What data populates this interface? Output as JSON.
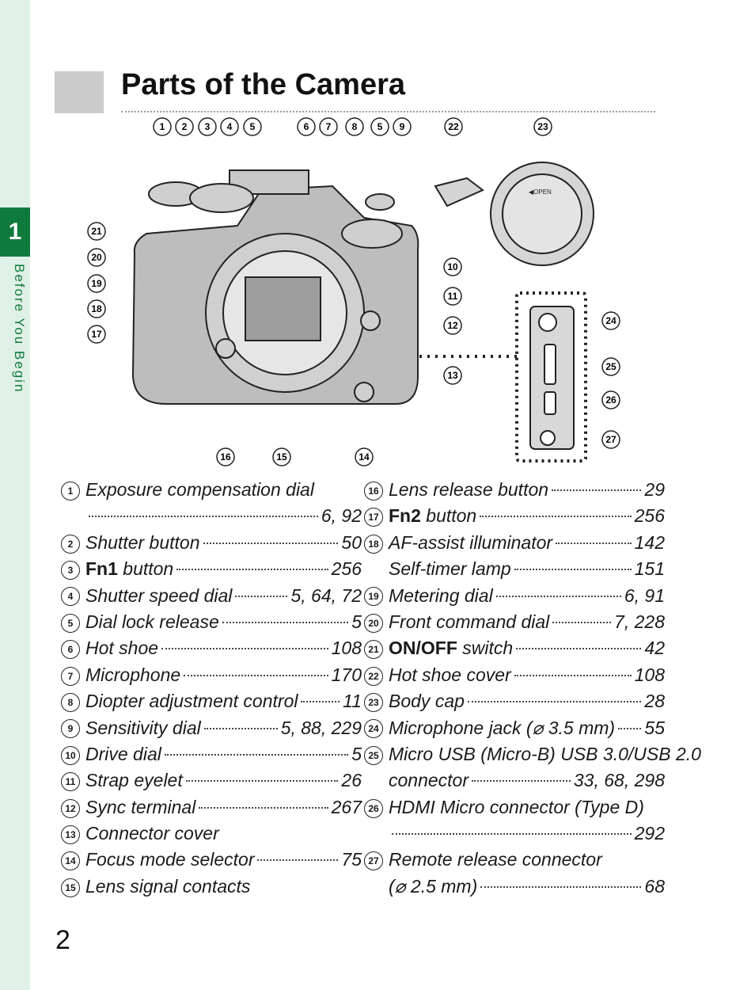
{
  "chapter": {
    "number": "1",
    "title": "Before You Begin"
  },
  "title": "Parts of the Camera",
  "page_number": "2",
  "diagram": {
    "body_cap_text": "◀OPEN",
    "callouts": [
      "1",
      "2",
      "3",
      "4",
      "5",
      "6",
      "7",
      "8",
      "5",
      "9",
      "22",
      "23",
      "21",
      "20",
      "19",
      "18",
      "17",
      "10",
      "11",
      "12",
      "13",
      "24",
      "25",
      "26",
      "27",
      "16",
      "15",
      "14"
    ]
  },
  "parts_left": [
    {
      "num": "1",
      "bold": "",
      "label": "Exposure compensation dial",
      "pages": "",
      "cont": "6, 92"
    },
    {
      "num": "2",
      "bold": "",
      "label": "Shutter button",
      "pages": "50"
    },
    {
      "num": "3",
      "bold": "Fn1",
      "label": " button",
      "pages": "256"
    },
    {
      "num": "4",
      "bold": "",
      "label": "Shutter speed dial",
      "pages": "5, 64, 72"
    },
    {
      "num": "5",
      "bold": "",
      "label": "Dial lock release",
      "pages": "5"
    },
    {
      "num": "6",
      "bold": "",
      "label": "Hot shoe",
      "pages": "108"
    },
    {
      "num": "7",
      "bold": "",
      "label": "Microphone",
      "pages": "170"
    },
    {
      "num": "8",
      "bold": "",
      "label": "Diopter adjustment control",
      "pages": "11"
    },
    {
      "num": "9",
      "bold": "",
      "label": "Sensitivity dial",
      "pages": "5, 88, 229"
    },
    {
      "num": "10",
      "bold": "",
      "label": "Drive dial",
      "pages": "5"
    },
    {
      "num": "11",
      "bold": "",
      "label": "Strap eyelet",
      "pages": "26"
    },
    {
      "num": "12",
      "bold": "",
      "label": "Sync terminal",
      "pages": "267"
    },
    {
      "num": "13",
      "bold": "",
      "label": "Connector cover",
      "pages": ""
    },
    {
      "num": "14",
      "bold": "",
      "label": "Focus mode selector",
      "pages": "75"
    },
    {
      "num": "15",
      "bold": "",
      "label": "Lens signal contacts",
      "pages": ""
    }
  ],
  "parts_right": [
    {
      "num": "16",
      "bold": "",
      "label": "Lens release button",
      "pages": "29"
    },
    {
      "num": "17",
      "bold": "Fn2",
      "label": " button",
      "pages": "256"
    },
    {
      "num": "18",
      "bold": "",
      "label": "AF-assist illuminator",
      "pages": "142",
      "cont_label": "Self-timer lamp",
      "cont": "151"
    },
    {
      "num": "19",
      "bold": "",
      "label": "Metering dial",
      "pages": "6, 91"
    },
    {
      "num": "20",
      "bold": "",
      "label": "Front command dial",
      "pages": "7, 228"
    },
    {
      "num": "21",
      "bold": "ON/OFF",
      "label": " switch",
      "pages": "42"
    },
    {
      "num": "22",
      "bold": "",
      "label": "Hot shoe cover",
      "pages": "108"
    },
    {
      "num": "23",
      "bold": "",
      "label": "Body cap",
      "pages": "28"
    },
    {
      "num": "24",
      "bold": "",
      "label": "Microphone jack (⌀ 3.5 mm)",
      "pages": "55"
    },
    {
      "num": "25",
      "bold": "",
      "label": "Micro USB (Micro-B) USB 3.0/USB 2.0",
      "pages": "",
      "cont_label": "connector",
      "cont": "33, 68, 298"
    },
    {
      "num": "26",
      "bold": "",
      "label": "HDMI Micro connector (Type D)",
      "pages": "",
      "cont": "292"
    },
    {
      "num": "27",
      "bold": "",
      "label": "Remote release connector",
      "pages": "",
      "cont_label": "(⌀ 2.5 mm)",
      "cont": "68"
    }
  ]
}
